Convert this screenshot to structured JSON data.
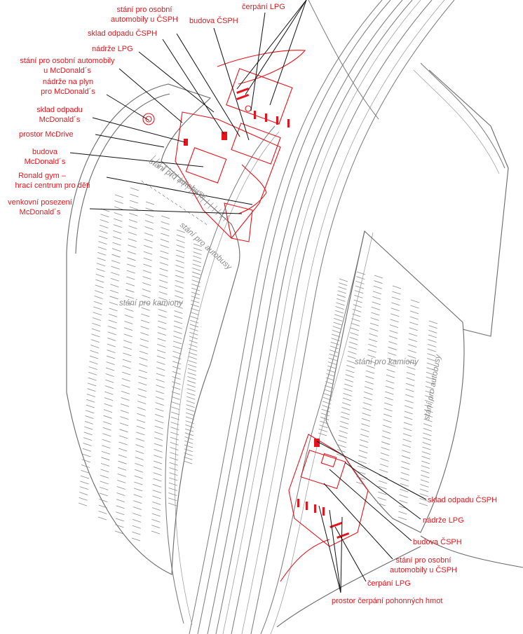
{
  "labels_north": {
    "stani_osobni_csph": [
      "stání pro osobní",
      "automobily u ČSPH"
    ],
    "cerpani_lpg": "čerpání LPG",
    "budova_csph": "budova ČSPH",
    "sklad_odpadu_csph": "sklad odpadu ČSPH",
    "nadrze_lpg": "nádrže LPG",
    "stani_osobni_mcd": [
      "stání pro osobní automobily",
      "u McDonald´s"
    ],
    "nadrze_plyn_mcd": [
      "nádrže na plyn",
      "pro McDonald´s"
    ],
    "sklad_odpadu_mcd": [
      "sklad odpadu",
      "McDonald´s"
    ],
    "prostor_mcdrive": "prostor McDrive",
    "budova_mcd": [
      "budova",
      "McDonald´s"
    ],
    "ronald_gym": [
      "Ronald gym –",
      "hrací centrum pro děti"
    ],
    "venkovni_posezeni": [
      "venkovní posezení",
      "McDonald´s"
    ]
  },
  "labels_south": {
    "sklad_odpadu_csph": "sklad odpadu ČSPH",
    "nadrze_lpg": "nádrže LPG",
    "budova_csph": "budova ČSPH",
    "stani_osobni_csph": [
      "stání pro osobní",
      "automobily u ČSPH"
    ],
    "cerpani_lpg": "čerpání LPG",
    "prostor_cerpani": "prostor čerpání pohonných hmot"
  },
  "area_labels": {
    "stani_kamiony_west": "stání pro kamiony",
    "stani_kamiony_east": "stání pro kamiony",
    "stani_autobusy_1": "stání pro autobusy",
    "stani_autobusy_2": "stání pro autobusy",
    "stani_autobusy_east": "stání pro autobusy"
  },
  "colors": {
    "annotation": "#e8141c",
    "drawing": "#7a7a7a",
    "leader": "#111111"
  }
}
